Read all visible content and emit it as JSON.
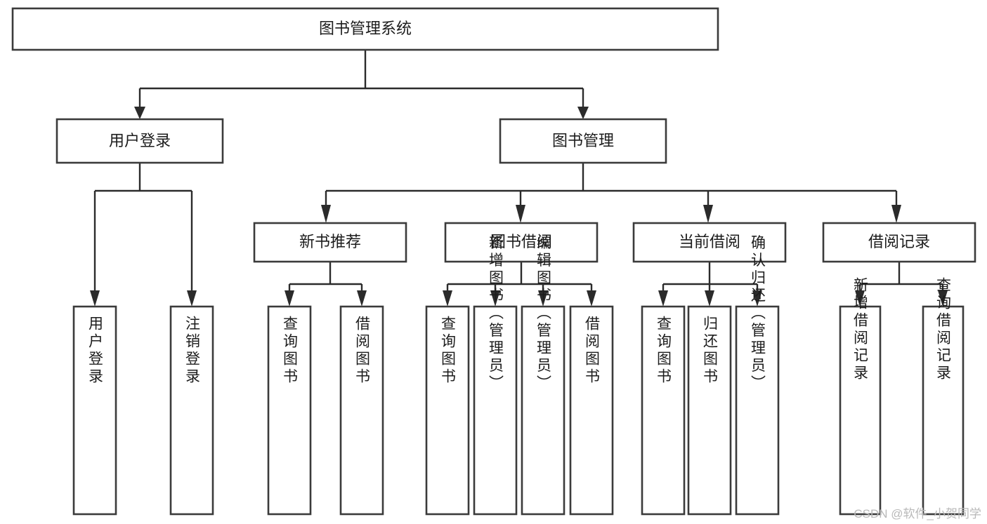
{
  "diagram": {
    "title": "图书管理系统",
    "type": "tree",
    "orientation": "top-down",
    "colors": {
      "box_fill": "#ffffff",
      "box_stroke": "#3b3b3b",
      "edge": "#2b2b2b",
      "text": "#1c1c1c",
      "background": "#ffffff",
      "watermark": "#b9b9b9"
    },
    "root": {
      "label": "图书管理系统",
      "name": "node-system-root"
    },
    "level2": [
      {
        "label": "用户登录",
        "name": "node-user-login"
      },
      {
        "label": "图书管理",
        "name": "node-book-management"
      }
    ],
    "level3": [
      {
        "label": "新书推荐",
        "name": "node-new-book-recommend"
      },
      {
        "label": "图书借阅",
        "name": "node-book-borrow"
      },
      {
        "label": "当前借阅",
        "name": "node-current-borrow"
      },
      {
        "label": "借阅记录",
        "name": "node-borrow-record"
      }
    ],
    "leaves": {
      "user_login": [
        {
          "label": "用户登录",
          "name": "leaf-user-login"
        },
        {
          "label": "注销登录",
          "name": "leaf-logout"
        }
      ],
      "new_book_recommend": [
        {
          "label": "查询图书",
          "name": "leaf-query-book-1"
        },
        {
          "label": "借阅图书",
          "name": "leaf-borrow-book-1"
        }
      ],
      "book_borrow": [
        {
          "label": "查询图书",
          "name": "leaf-query-book-2"
        },
        {
          "label": "新增图书（管理员）",
          "name": "leaf-add-book-admin"
        },
        {
          "label": "编辑图书（管理员）",
          "name": "leaf-edit-book-admin"
        },
        {
          "label": "借阅图书",
          "name": "leaf-borrow-book-2"
        }
      ],
      "current_borrow": [
        {
          "label": "查询图书",
          "name": "leaf-query-book-3"
        },
        {
          "label": "归还图书",
          "name": "leaf-return-book"
        },
        {
          "label": "确认归还（管理员）",
          "name": "leaf-confirm-return-admin"
        }
      ],
      "borrow_record": [
        {
          "label": "新增借阅记录",
          "name": "leaf-add-borrow-record"
        },
        {
          "label": "查询借阅记录",
          "name": "leaf-query-borrow-record"
        }
      ]
    }
  },
  "watermark": {
    "text": "CSDN @软件_小贺同学"
  }
}
